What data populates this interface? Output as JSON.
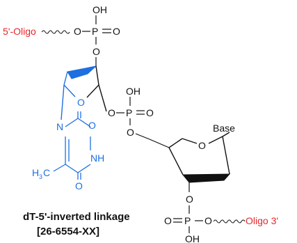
{
  "diagram": {
    "colors": {
      "oligo_label": "#e8262b",
      "inverted_nucleotide": "#1e6fe0",
      "structure": "#111111"
    },
    "oligo_5_label": "5'-Oligo",
    "oligo_3_label": "Oligo 3'",
    "phosphate_top": {
      "oh": "OH",
      "o_left": "O",
      "p": "P",
      "o_double": "O",
      "o_bottom": "O"
    },
    "phosphate_middle": {
      "oh": "OH",
      "o_left": "O",
      "p": "P",
      "o_double": "O",
      "o_bottom": "O"
    },
    "phosphate_bottom": {
      "o_top": "O",
      "o_double": "O",
      "p": "P",
      "o_right": "O",
      "oh": "OH"
    },
    "sugar_oxygen_top": "O",
    "sugar_oxygen_bottom": "O",
    "base_label": "Base",
    "thymine": {
      "n1": "N",
      "o2": "O",
      "nh": "NH",
      "o4": "O",
      "methyl_h": "H",
      "methyl_3": "3",
      "methyl_c": "C"
    },
    "caption_line1": "dT-5'-inverted linkage",
    "caption_line2": "[26-6554-XX]"
  }
}
